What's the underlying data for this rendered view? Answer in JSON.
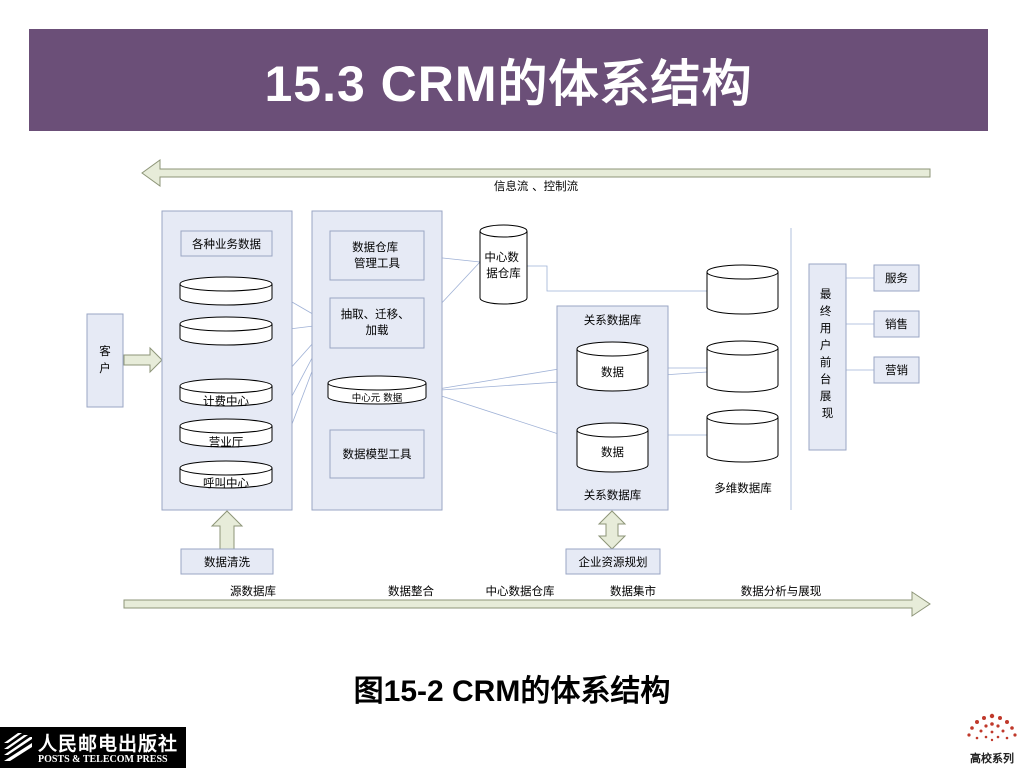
{
  "header": {
    "title": "15.3  CRM的体系结构"
  },
  "diagram": {
    "top_flow_label": "信息流 、控制流",
    "customer_label": "客\n户",
    "source_panel": {
      "title": "各种业务数据",
      "db_billing": "计费中心",
      "db_hall": "营业厅",
      "db_call": "呼叫中心"
    },
    "cleaning_label": "数据清洗",
    "integration_panel": {
      "dw_tools": "数据仓库\n管理工具",
      "etl": "抽取、迁移、\n加载",
      "metadata": "中心元 数据",
      "model_tools": "数据模型工具"
    },
    "central_dw": "中心数\n据仓库",
    "relational_panel": {
      "title_top": "关系数据库",
      "data_1": "数据",
      "data_2": "数据",
      "title_bottom": "关系数据库"
    },
    "erp_label": "企业资源规划",
    "multidim_label": "多维数据库",
    "frontend_label": "最\n终\n用\n户\n前\n台\n展\n现",
    "outputs": [
      "服务",
      "销售",
      "营销"
    ],
    "stages": [
      "源数据库",
      "数据整合",
      "中心数据仓库",
      "数据集市",
      "数据分析与展现"
    ]
  },
  "caption": "图15-2  CRM的体系结构",
  "footer": {
    "publisher_cn": "人民邮电出版社",
    "publisher_en": "POSTS & TELECOM PRESS",
    "series": "高校系列"
  },
  "colors": {
    "title_bg": "#6b4f78",
    "panel_fill": "#e6eaf5",
    "panel_stroke": "#9aa6c4",
    "arrow_fill": "#e7ecd9",
    "arrow_stroke": "#8d9578",
    "link_line": "#9fb1d6",
    "logo_dots": "#c0392b"
  }
}
